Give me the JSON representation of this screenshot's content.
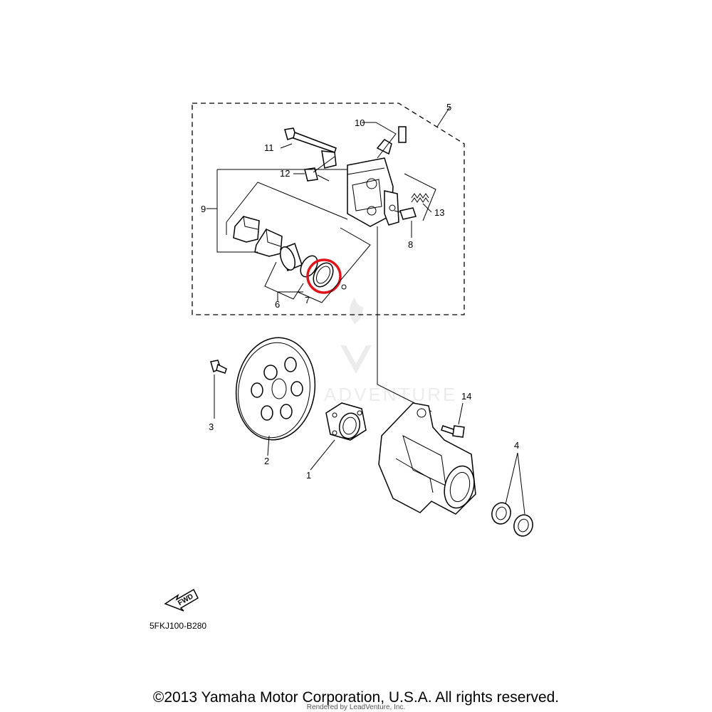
{
  "diagram": {
    "code": "5FKJ100-B280",
    "fwd_label": "FWD",
    "watermark": "ADVENTURE",
    "labels": {
      "p1": "1",
      "p2": "2",
      "p3": "3",
      "p4": "4",
      "p5": "5",
      "p6": "6",
      "p7": "7",
      "p8": "8",
      "p9": "9",
      "p10": "10",
      "p11": "11",
      "p12": "12",
      "p13": "13",
      "p14": "14"
    },
    "highlight": {
      "part": "7",
      "color": "#e0151b"
    }
  },
  "footer": {
    "copyright": "©2013 Yamaha Motor Corporation, U.S.A. All rights reserved.",
    "rendered_by": "Rendered by LeadVenture, Inc."
  }
}
